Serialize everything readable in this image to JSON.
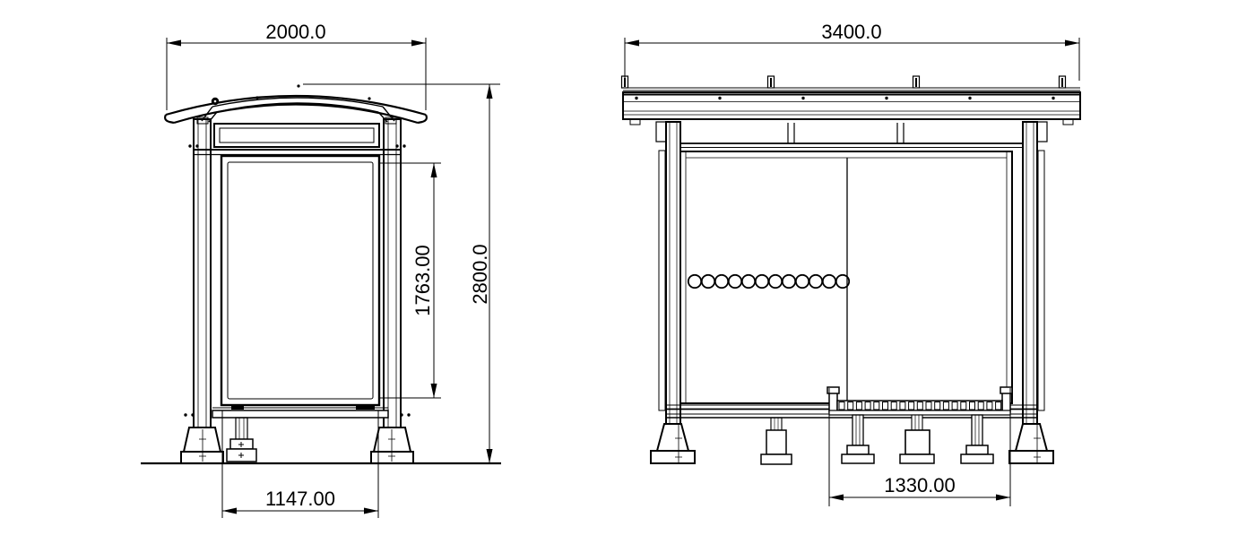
{
  "drawing": {
    "description": "Bus shelter technical drawing, two elevation views with dimensions",
    "background": "#ffffff",
    "line_color": "#000000",
    "views": {
      "side_elevation": "side view with curved roof, advertising lightbox panel, two posts",
      "front_elevation": "front view with roof fascia, glass back wall, perforated strip, slatted bench"
    },
    "dims": {
      "side_roof_width": "2000.0",
      "side_overall_height": "2800.0",
      "side_panel_height": "1763.00",
      "side_base_width": "1147.00",
      "front_roof_width": "3400.0",
      "front_bench_width": "1330.00"
    }
  }
}
